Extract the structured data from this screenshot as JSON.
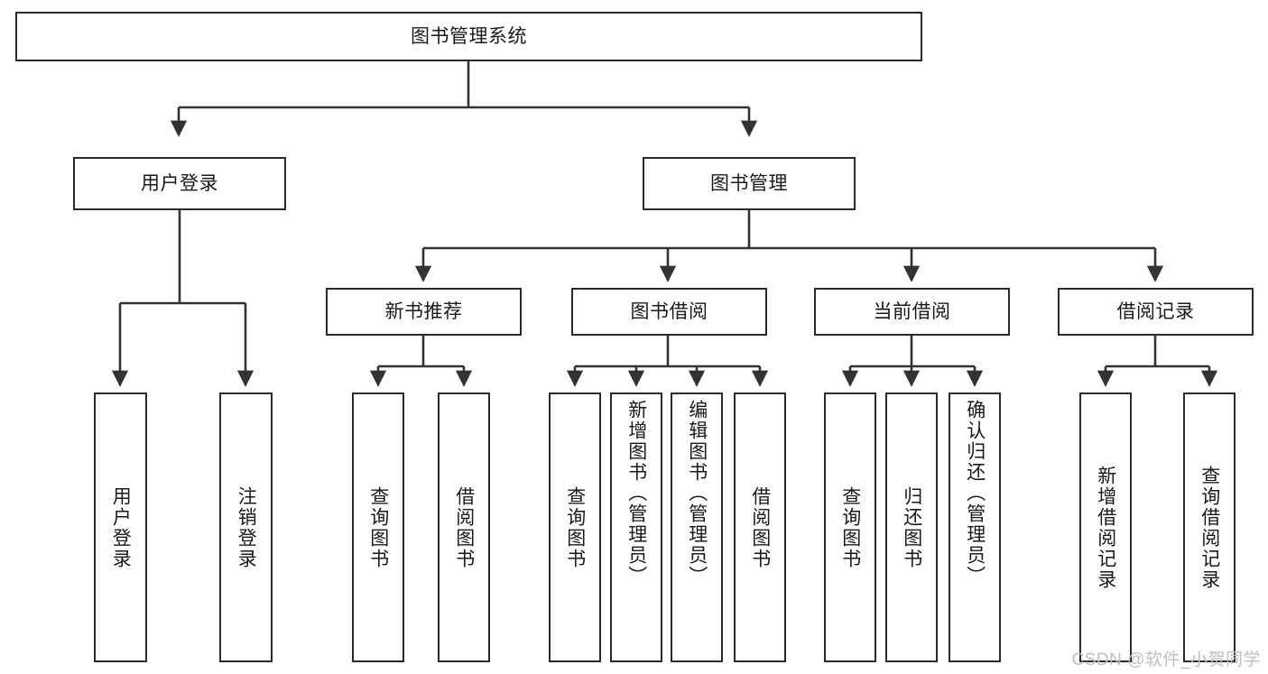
{
  "diagram": {
    "type": "tree-hierarchy",
    "title": "图书管理系统",
    "orientation": "top-down",
    "colors": {
      "box_border": "#2b2b2b",
      "box_fill": "#ffffff",
      "connector": "#333333",
      "text": "#1a1a1a",
      "watermark": "#bfbfbf",
      "background": "#ffffff"
    },
    "root": {
      "label": "图书管理系统"
    },
    "level2": [
      {
        "id": "user-login",
        "label": "用户登录"
      },
      {
        "id": "book-management",
        "label": "图书管理"
      }
    ],
    "level3": [
      {
        "id": "new-book-recommend",
        "label": "新书推荐",
        "parent": "book-management"
      },
      {
        "id": "book-borrow",
        "label": "图书借阅",
        "parent": "book-management"
      },
      {
        "id": "current-borrow",
        "label": "当前借阅",
        "parent": "book-management"
      },
      {
        "id": "borrow-record",
        "label": "借阅记录",
        "parent": "book-management"
      }
    ],
    "leaves": {
      "user-login": [
        {
          "id": "leaf-user-login",
          "label": "用户登录"
        },
        {
          "id": "leaf-logout-login",
          "label": "注销登录"
        }
      ],
      "new-book-recommend": [
        {
          "id": "leaf-query-book-1",
          "label": "查询图书"
        },
        {
          "id": "leaf-borrow-book-1",
          "label": "借阅图书"
        }
      ],
      "book-borrow": [
        {
          "id": "leaf-query-book-2",
          "label": "查询图书"
        },
        {
          "id": "leaf-add-book",
          "label": "新增图书（管理员）"
        },
        {
          "id": "leaf-edit-book",
          "label": "编辑图书（管理员）"
        },
        {
          "id": "leaf-borrow-book-2",
          "label": "借阅图书"
        }
      ],
      "current-borrow": [
        {
          "id": "leaf-query-book-3",
          "label": "查询图书"
        },
        {
          "id": "leaf-return-book",
          "label": "归还图书"
        },
        {
          "id": "leaf-confirm-return",
          "label": "确认归还（管理员）"
        }
      ],
      "borrow-record": [
        {
          "id": "leaf-add-record",
          "label": "新增借阅记录"
        },
        {
          "id": "leaf-query-record",
          "label": "查询借阅记录"
        }
      ]
    }
  },
  "watermark": {
    "text": "CSDN @软件_小贺同学"
  }
}
